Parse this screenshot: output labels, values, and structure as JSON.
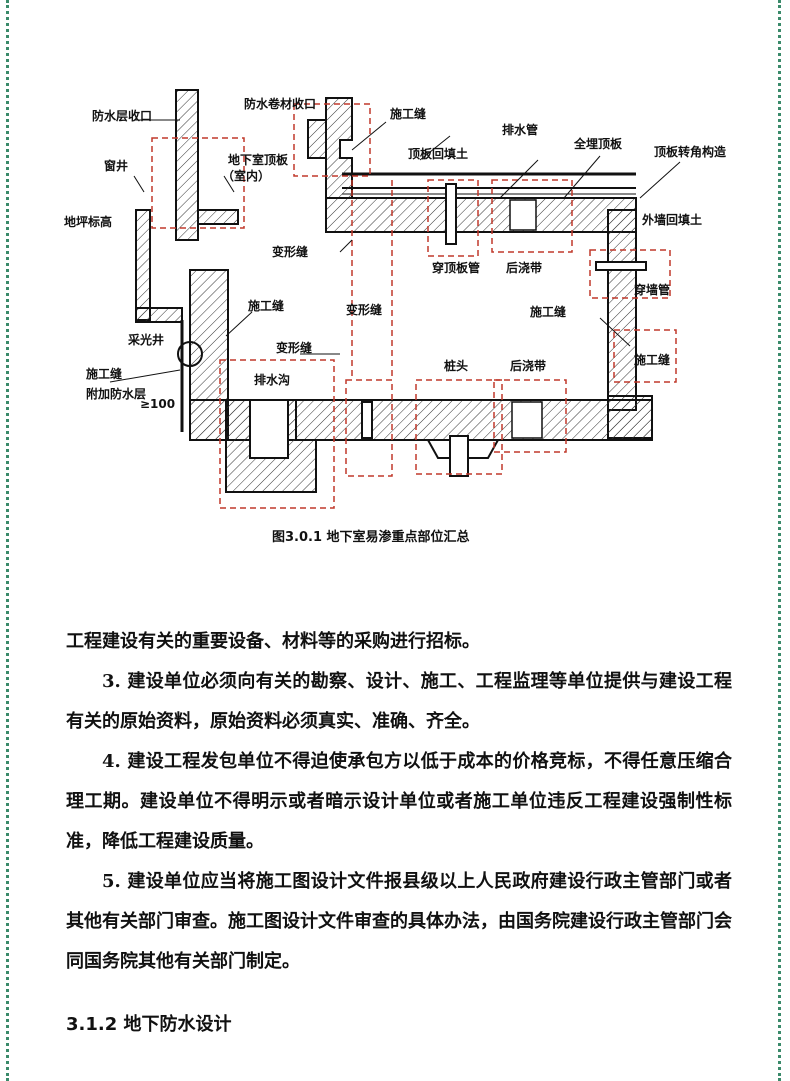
{
  "figure": {
    "caption": "图3.0.1   地下室易渗重点部位汇总",
    "labels": {
      "waterproof_end": "防水层收口",
      "window_well": "窗井",
      "ground_level": "地坪标高",
      "light_well": "采光井",
      "construction_joint_left": "施工缝",
      "extra_layer": "附加防水层",
      "min_100": "≥100",
      "membrane_end": "防水卷材收口",
      "construction_joint_top": "施工缝",
      "roof_slab": "地下室顶板",
      "indoor": "（室内）",
      "drain_pipe": "排水管",
      "roof_backfill": "顶板回填土",
      "buried_roof": "全埋顶板",
      "roof_corner": "顶板转角构造",
      "wall_backfill": "外墙回填土",
      "roof_pipe": "穿顶板管",
      "post_pour_top": "后浇带",
      "wall_pipe": "穿墙管",
      "movement_joint_a": "变形缝",
      "movement_joint_b": "变形缝",
      "movement_joint_c": "变形缝",
      "construction_joint_mid": "施工缝",
      "construction_joint_right": "施工缝",
      "construction_joint_box": "施工缝",
      "drain_ditch": "排水沟",
      "pile_head": "桩头",
      "post_pour_bottom": "后浇带"
    }
  },
  "paragraphs": {
    "p1": "工程建设有关的重要设备、材料等的采购进行招标。",
    "p2": "3. 建设单位必须向有关的勘察、设计、施工、工程监理等单位提供与建设工程有关的原始资料，原始资料必须真实、准确、齐全。",
    "p3": "4. 建设工程发包单位不得迫使承包方以低于成本的价格竞标，不得任意压缩合理工期。建设单位不得明示或者暗示设计单位或者施工单位违反工程建设强制性标准，降低工程建设质量。",
    "p4": "5. 建设单位应当将施工图设计文件报县级以上人民政府建设行政主管部门或者其他有关部门审查。施工图设计文件审查的具体办法，由国务院建设行政主管部门会同国务院其他有关部门制定。"
  },
  "section": {
    "heading": "3.1.2  地下防水设计"
  },
  "colors": {
    "border_dots": "#3a8a6a",
    "dashed_box": "#c0392b",
    "ink": "#111111"
  }
}
